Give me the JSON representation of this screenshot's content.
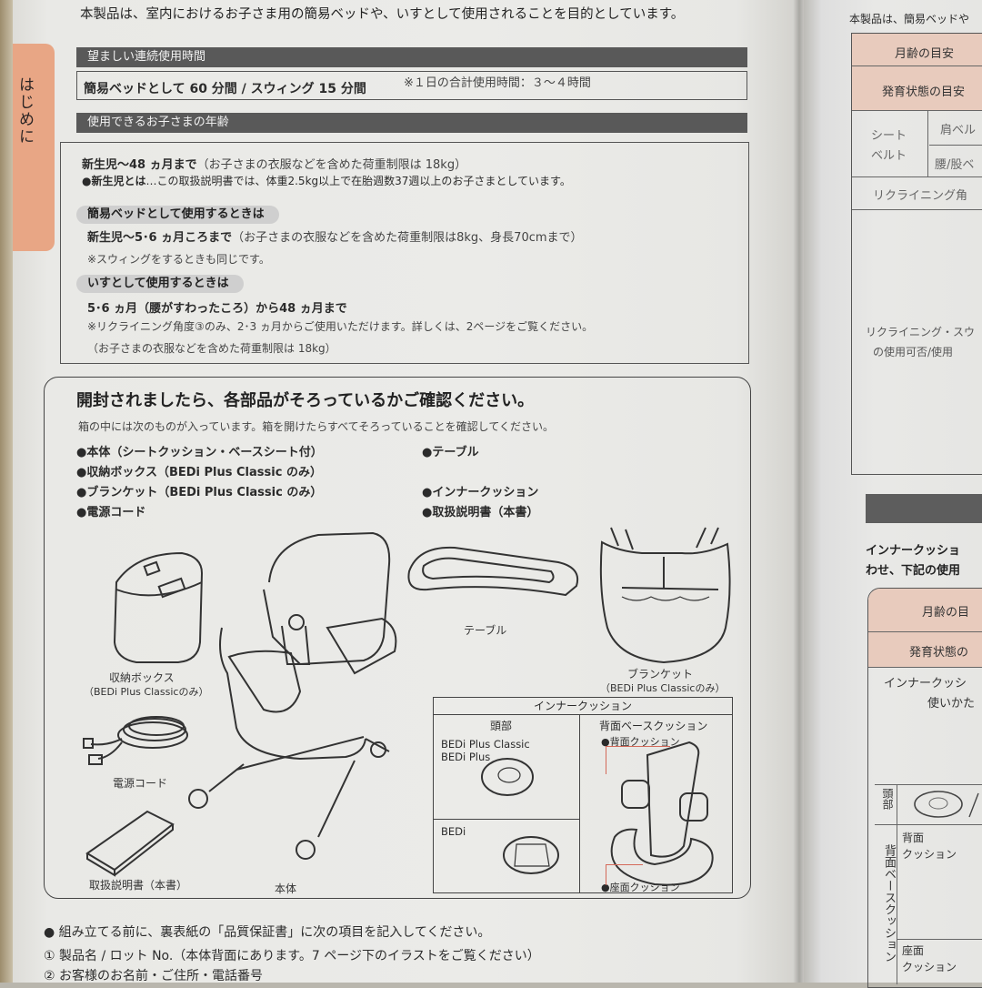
{
  "left_page": {
    "side_tab": "はじめに",
    "intro": "本製品は、室内におけるお子さま用の簡易ベッドや、いすとして使用されることを目的としています。",
    "section_usage_time": {
      "title": "望ましい連続使用時間",
      "main": "簡易ベッドとして 60 分間 / スウィング 15 分間",
      "note": "※１日の合計使用時間：３〜４時間"
    },
    "section_age": {
      "title": "使用できるお子さまの年齢",
      "range_bold": "新生児〜48 ヵ月まで",
      "range_note": "（お子さまの衣服などを含めた荷重制限は 18kg）",
      "newborn_def_bold": "●新生児とは",
      "newborn_def": "…この取扱説明書では、体重2.5kg以上で在胎週数37週以上のお子さまとしています。",
      "bed_pill": "簡易ベッドとして使用するときは",
      "bed_range_bold": "新生児〜5･6 ヵ月ころまで",
      "bed_range_note": "（お子さまの衣服などを含めた荷重制限は8kg、身長70cmまで）",
      "bed_swing_note": "※スウィングをするときも同じです。",
      "chair_pill": "いすとして使用するときは",
      "chair_range_bold": "5･6 ヵ月（腰がすわったころ）から48 ヵ月まで",
      "chair_note1": "※リクライニング角度③のみ、2･3 ヵ月からご使用いただけます。詳しくは、2ページをご覧ください。",
      "chair_note2": "（お子さまの衣服などを含めた荷重制限は 18kg）"
    },
    "parts": {
      "title": "開封されましたら、各部品がそろっているかご確認ください。",
      "subtitle": "箱の中には次のものが入っています。箱を開けたらすべてそろっていることを確認してください。",
      "list_left": [
        "●本体（シートクッション・ベースシート付）",
        "●収納ボックス（BEDi Plus Classic のみ）",
        "●ブランケット（BEDi Plus Classic のみ）",
        "●電源コード"
      ],
      "list_right": [
        "●テーブル",
        "",
        "●インナークッション",
        "●取扱説明書（本書）"
      ],
      "illustrations": {
        "storage_box": "収納ボックス",
        "storage_box_note": "（BEDi Plus Classicのみ）",
        "power_cord": "電源コード",
        "manual": "取扱説明書（本書）",
        "main_unit": "本体",
        "table": "テーブル",
        "blanket": "ブランケット",
        "blanket_note": "（BEDi Plus Classicのみ）"
      },
      "inner_cushion_table": {
        "title": "インナークッション",
        "col_head": "頭部",
        "col_back": "背面ベースクッション",
        "head_row1": [
          "BEDi Plus Classic",
          "BEDi Plus"
        ],
        "head_row2": "BEDi",
        "back_label": "●背面クッション",
        "seat_label": "●座面クッション"
      }
    },
    "footer": {
      "line1": "● 組み立てる前に、裏表紙の「品質保証書」に次の項目を記入してください。",
      "line2": "① 製品名 / ロット No.（本体背面にあります。7 ページ下のイラストをご覧ください）",
      "line3": "② お客様のお名前・ご住所・電話番号"
    }
  },
  "right_page": {
    "intro": "本製品は、簡易ベッドや",
    "table1": {
      "row1": "月齢の目安",
      "row2": "発育状態の目安",
      "seatbelt": [
        "シート",
        "ベルト"
      ],
      "shoulder": "肩ベル",
      "waist": "腰/股ベ",
      "recline": "リクライニング角",
      "usage": [
        "リクライニング・スウ",
        "の使用可否/使用"
      ]
    },
    "section2": {
      "text": [
        "インナークッショ",
        "わせ、下記の使用"
      ],
      "row1": "月齢の目",
      "row2": "発育状態の",
      "row3": [
        "インナークッシ",
        "使いかた"
      ],
      "head_label": "頭部",
      "back_label": "背面ベースクッション",
      "back_cushion": [
        "背面",
        "クッション"
      ],
      "seat_cushion": [
        "座面",
        "クッション"
      ]
    }
  }
}
